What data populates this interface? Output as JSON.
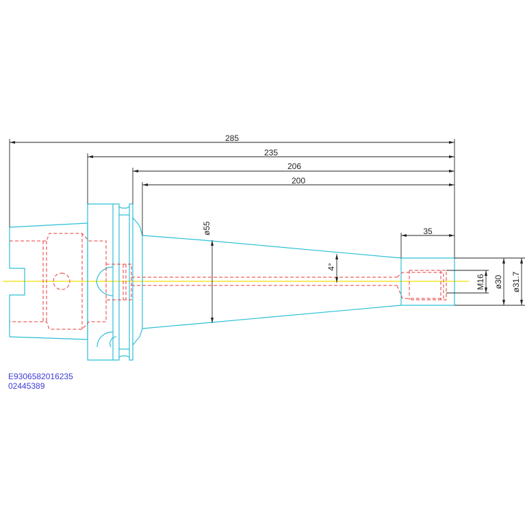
{
  "drawing": {
    "dimensions": {
      "overall": "285",
      "flange_to_end": "235",
      "collar_to_end": "206",
      "taper_to_end": "200",
      "nose_length": "35",
      "taper_diameter": "ø55",
      "taper_angle": "4°",
      "thread": "M16",
      "bore_diameter": "ø30",
      "nose_diameter": "ø31.7"
    },
    "part_number": "E9306582016235",
    "code": "02445389"
  },
  "colors": {
    "outline": "#2bbfd6",
    "hidden_lines": "#e83a3a",
    "centerline": "#f2e000",
    "dimension": "#222222",
    "caption": "#3b3bd6"
  }
}
